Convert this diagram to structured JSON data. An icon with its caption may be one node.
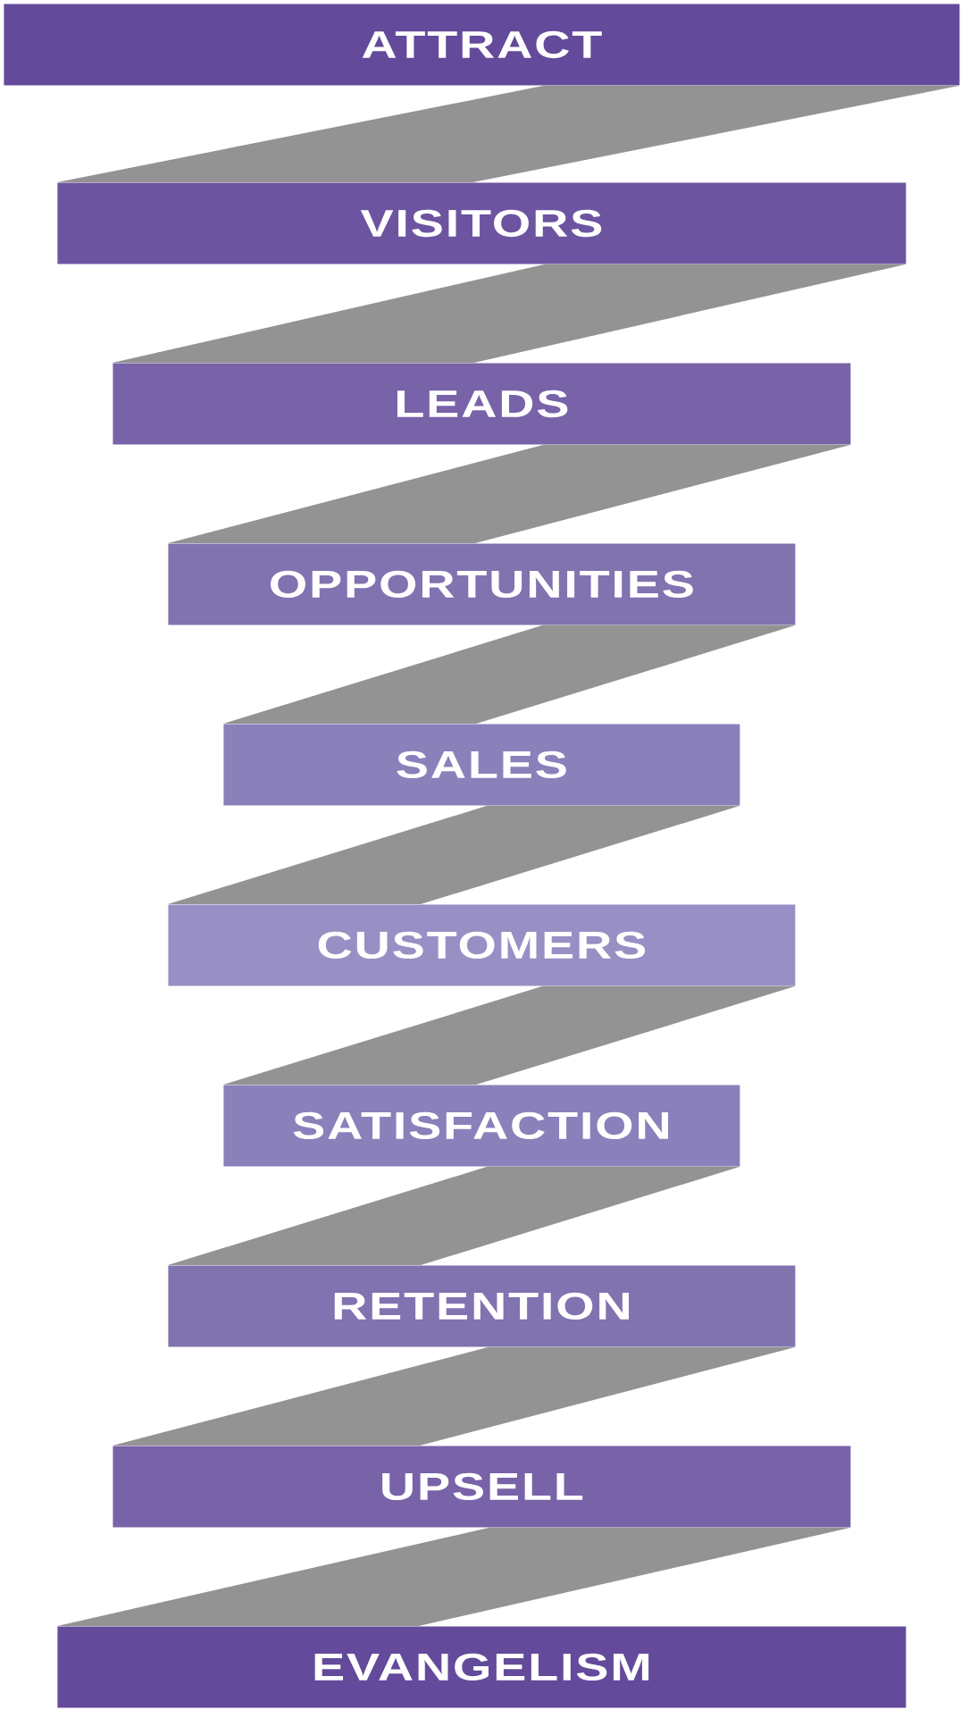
{
  "diagram": {
    "nodes": [
      {
        "text": [
          "ATTRACT"
        ]
      },
      {
        "text": [
          "VISITORS"
        ]
      },
      {
        "text": [
          "LEADS"
        ]
      },
      {
        "text": [
          "OPPORTUNITIES"
        ]
      },
      {
        "text": [
          "SALES"
        ]
      },
      {
        "text": [
          "CUSTOMERS"
        ]
      },
      {
        "text": [
          "SATISFACTION"
        ]
      },
      {
        "text": [
          "RETENTION"
        ]
      },
      {
        "text": [
          "UPSELL"
        ]
      },
      {
        "text": [
          "EVANGELISM"
        ]
      }
    ],
    "edges": [
      {
        "from": 0,
        "to": 1,
        "arrow": "none"
      },
      {
        "from": 1,
        "to": 2,
        "arrow": "none"
      },
      {
        "from": 2,
        "to": 3,
        "arrow": "none"
      },
      {
        "from": 3,
        "to": 4,
        "arrow": "none"
      },
      {
        "from": 4,
        "to": 5,
        "arrow": "none"
      },
      {
        "from": 5,
        "to": 6,
        "arrow": "none"
      },
      {
        "from": 6,
        "to": 7,
        "arrow": "none"
      },
      {
        "from": 7,
        "to": 8,
        "arrow": "none"
      },
      {
        "from": 8,
        "to": 9,
        "arrow": "none"
      }
    ]
  }
}
